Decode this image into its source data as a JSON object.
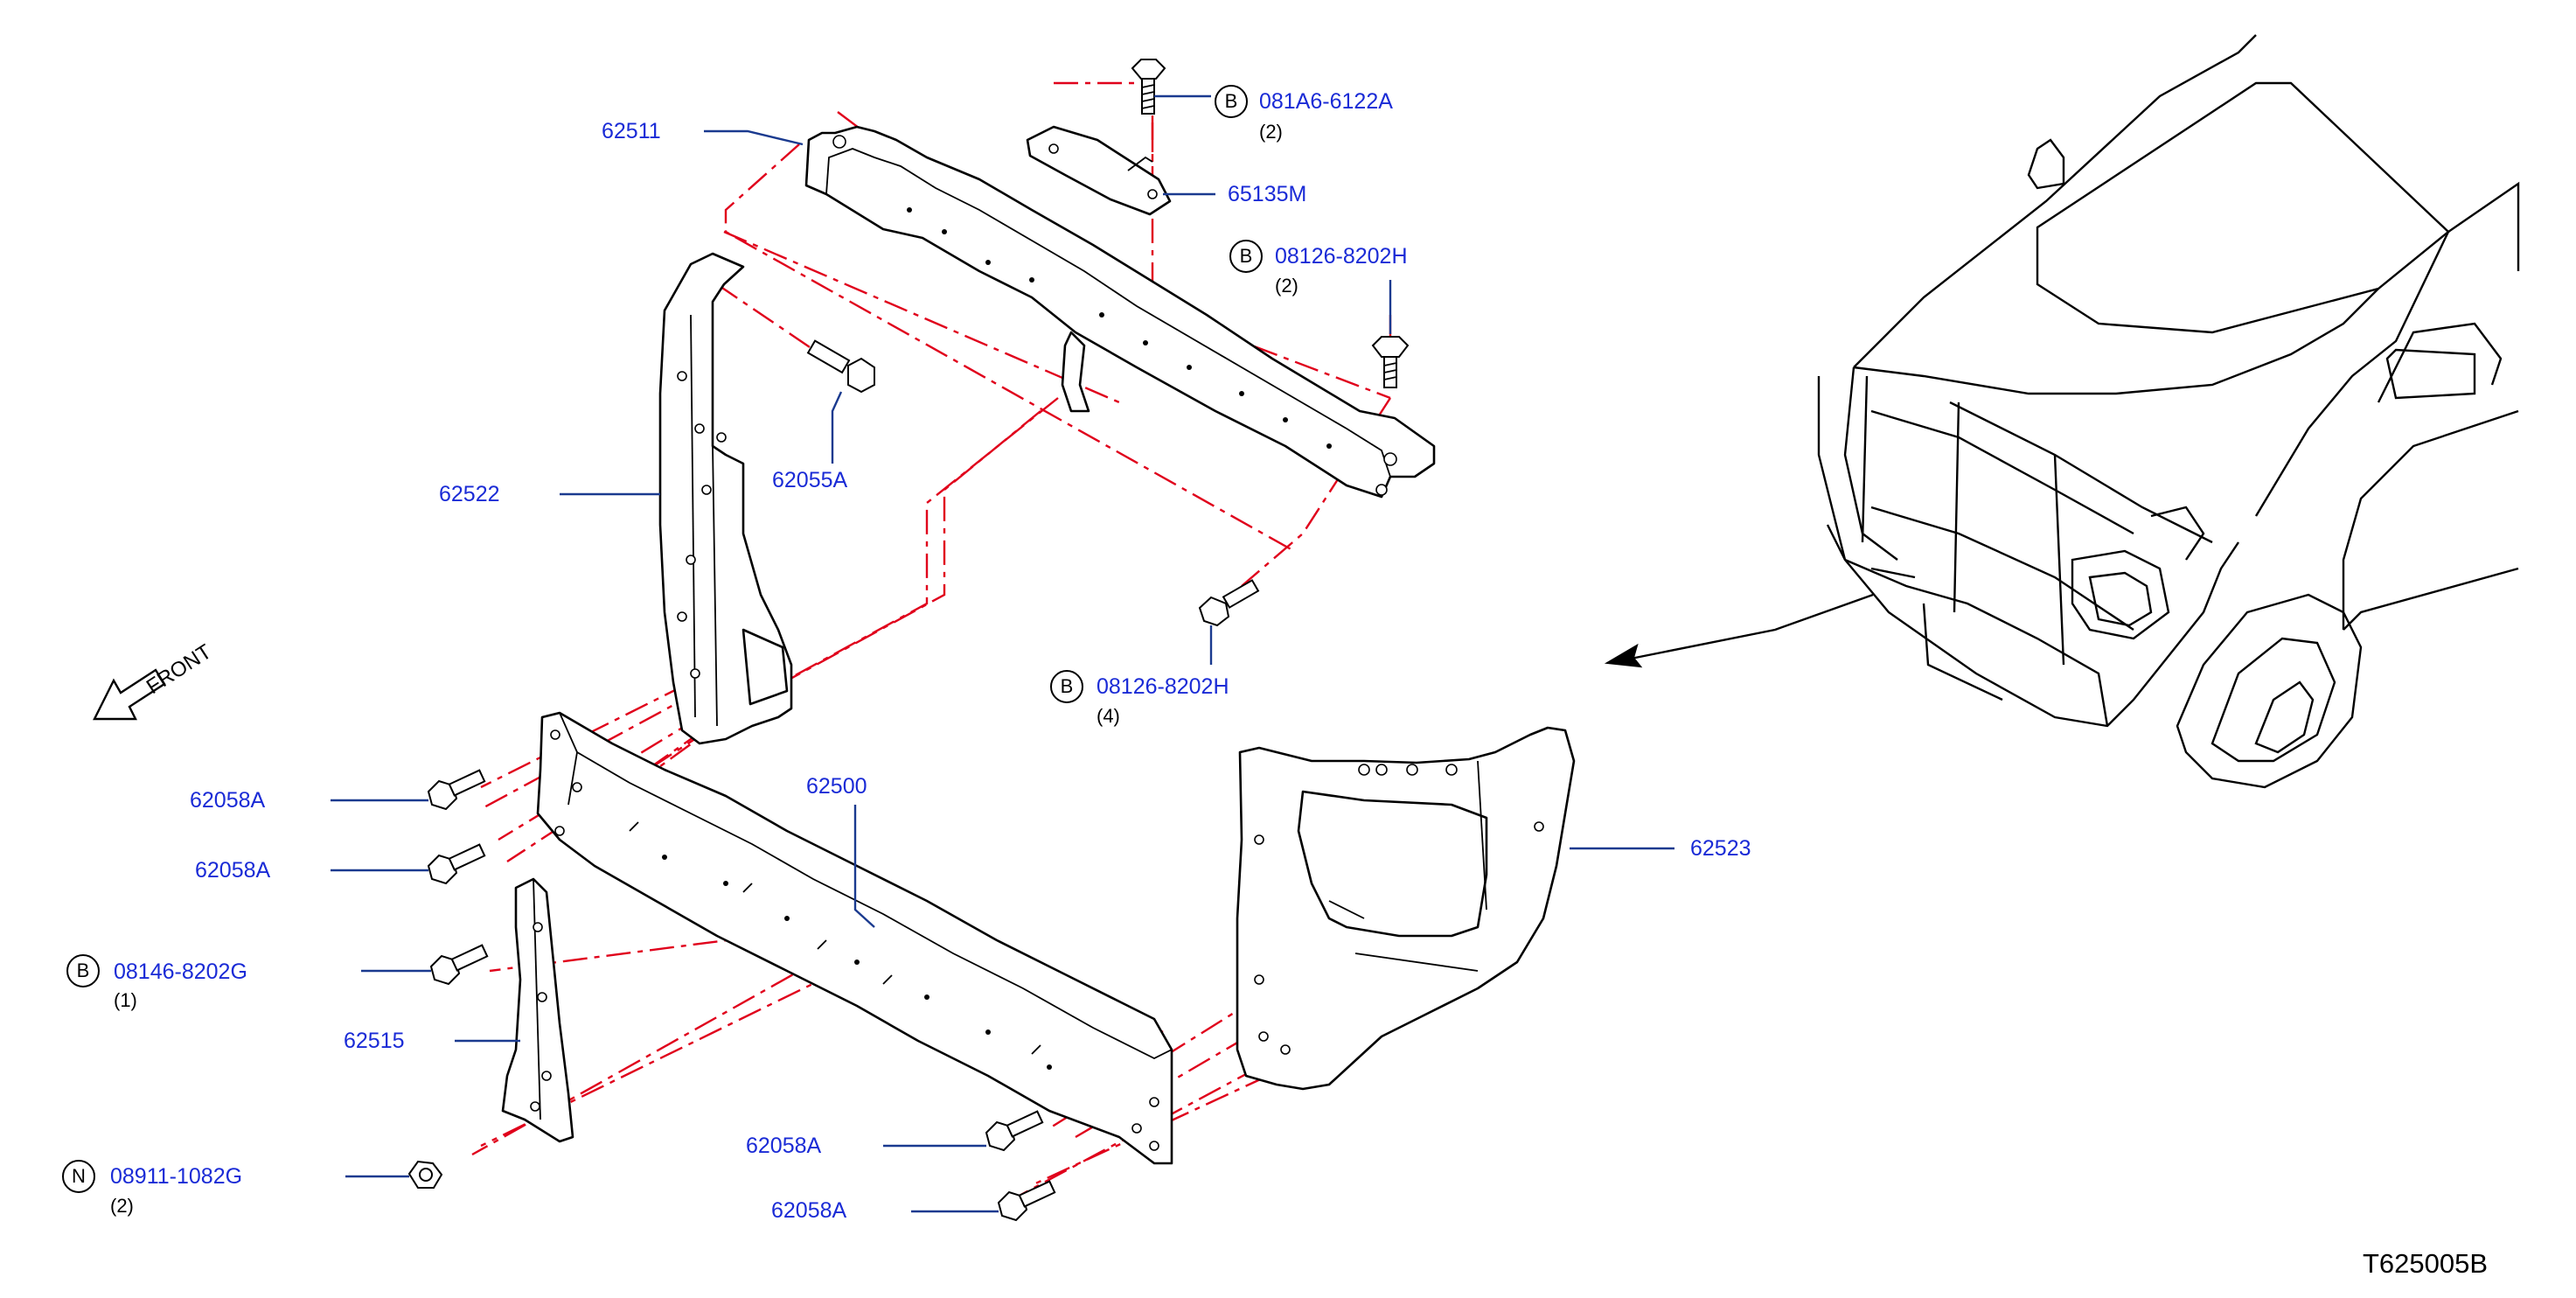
{
  "diagram": {
    "reference_code": "T625005B",
    "direction_label": "FRONT",
    "colors": {
      "guide_lines": "#e0001b",
      "leaders": "#1a3a8f",
      "part_numbers": "#1a2bd6",
      "outlines": "#000000"
    },
    "parts": {
      "p62511": "62511",
      "p65135M": "65135M",
      "p62522": "62522",
      "p62055A": "62055A",
      "p62500": "62500",
      "p62523": "62523",
      "p62515": "62515",
      "p62058A_1": "62058A",
      "p62058A_2": "62058A",
      "p62058A_3": "62058A",
      "p62058A_4": "62058A"
    },
    "fasteners": {
      "f1": {
        "badge": "B",
        "part": "081A6-6122A",
        "qty": "(2)"
      },
      "f2": {
        "badge": "B",
        "part": "08126-8202H",
        "qty": "(2)"
      },
      "f3": {
        "badge": "B",
        "part": "08126-8202H",
        "qty": "(4)"
      },
      "f4": {
        "badge": "B",
        "part": "08146-8202G",
        "qty": "(1)"
      },
      "f5": {
        "badge": "N",
        "part": "08911-1082G",
        "qty": "(2)"
      }
    }
  }
}
